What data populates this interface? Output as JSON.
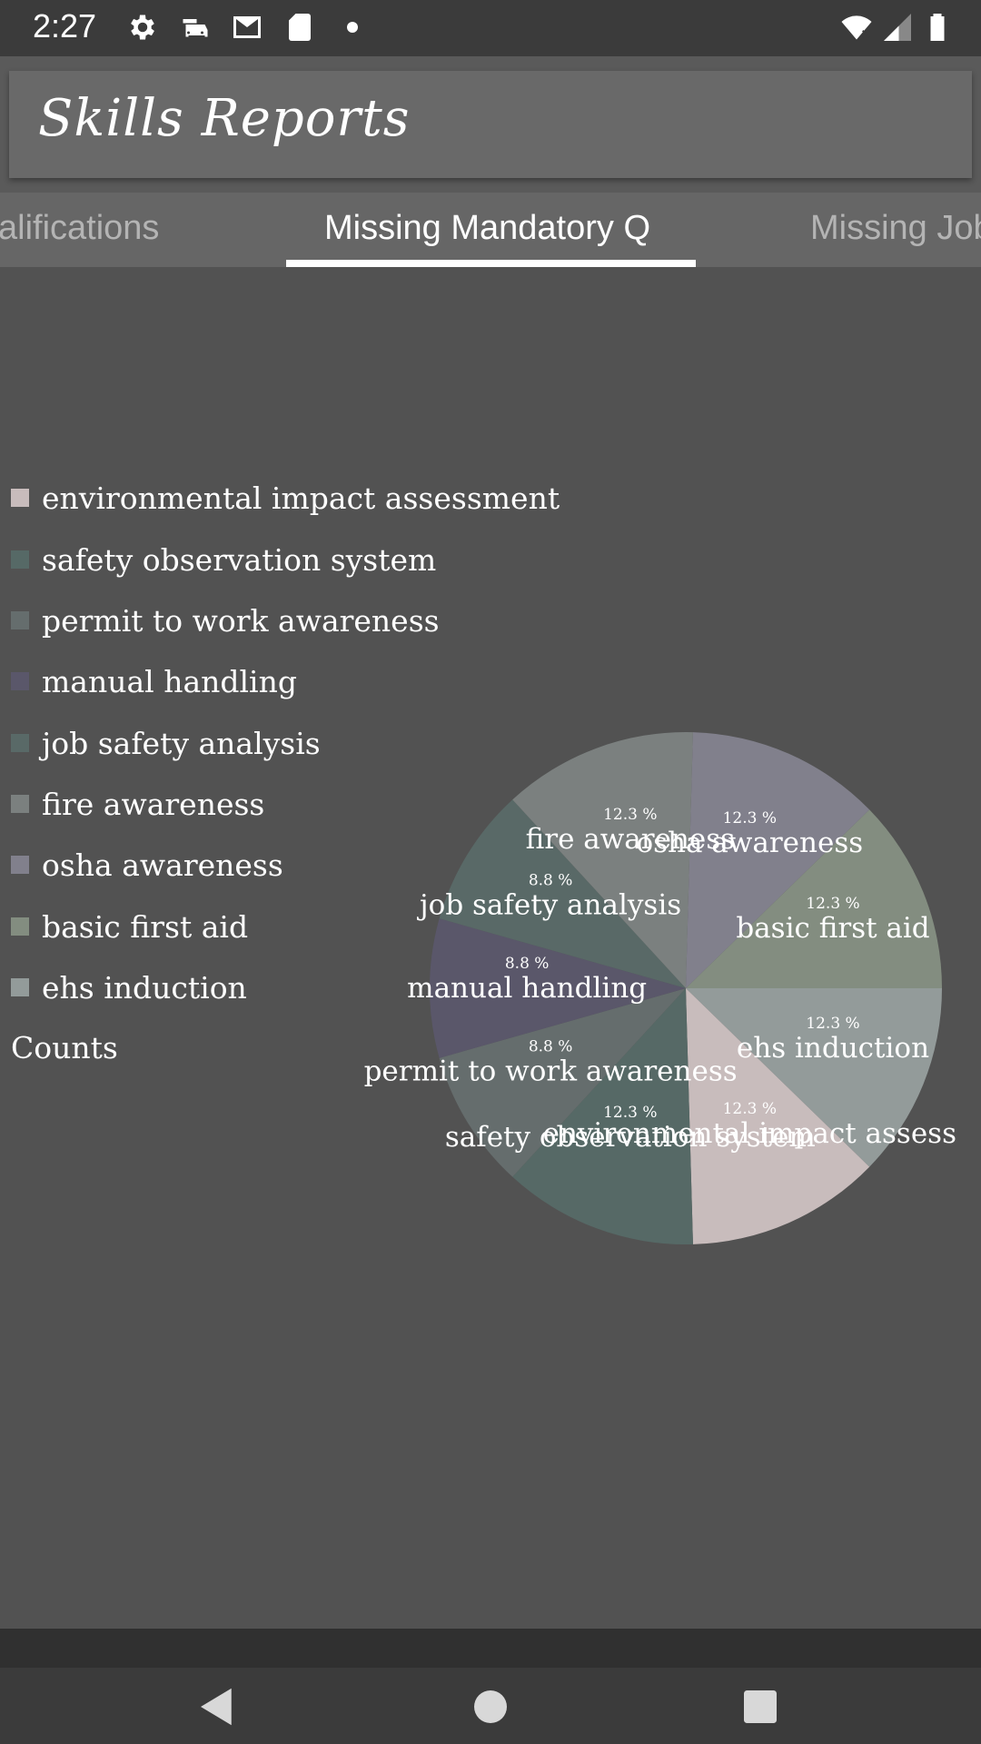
{
  "status_bar": {
    "time": "2:27",
    "icons": [
      "gear-icon",
      "car-icon",
      "mail-icon",
      "sd-card-icon",
      "dot-icon",
      "wifi-icon",
      "signal-icon",
      "battery-icon"
    ]
  },
  "app_bar": {
    "title": "Skills Reports"
  },
  "tabs": [
    {
      "label": "alifications",
      "active": false
    },
    {
      "label": "Missing Mandatory Q",
      "active": true
    },
    {
      "label": "Missing Job",
      "active": false
    }
  ],
  "legend": {
    "items": [
      {
        "label": "environmental impact assessment",
        "color": "#c8bcbc"
      },
      {
        "label": "safety observation system",
        "color": "#566966"
      },
      {
        "label": "permit to work awareness",
        "color": "#656d6d"
      },
      {
        "label": "manual handling",
        "color": "#5a576a"
      },
      {
        "label": "job safety analysis",
        "color": "#596967"
      },
      {
        "label": "fire awareness",
        "color": "#7b807f"
      },
      {
        "label": "osha awareness",
        "color": "#81808c"
      },
      {
        "label": "basic first aid",
        "color": "#838d80"
      },
      {
        "label": "ehs induction",
        "color": "#939b9a"
      }
    ],
    "title": "Counts"
  },
  "chart_data": {
    "type": "pie",
    "slices": [
      {
        "label": "ehs induction",
        "percent": 12.3,
        "percent_label": "12.3 %",
        "color": "#939b9a"
      },
      {
        "label": "environmental impact assess",
        "percent": 12.3,
        "percent_label": "12.3 %",
        "color": "#c8bcbc"
      },
      {
        "label": "safety observation system",
        "percent": 12.3,
        "percent_label": "12.3 %",
        "color": "#566966"
      },
      {
        "label": "permit to work awareness",
        "percent": 8.8,
        "percent_label": "8.8 %",
        "color": "#656d6d"
      },
      {
        "label": "manual handling",
        "percent": 8.8,
        "percent_label": "8.8 %",
        "color": "#5a576a"
      },
      {
        "label": "job safety analysis",
        "percent": 8.8,
        "percent_label": "8.8 %",
        "color": "#596967"
      },
      {
        "label": "fire awareness",
        "percent": 12.3,
        "percent_label": "12.3 %",
        "color": "#7b807f"
      },
      {
        "label": "osha awareness",
        "percent": 12.3,
        "percent_label": "12.3 %",
        "color": "#81808c"
      },
      {
        "label": "basic first aid",
        "percent": 12.3,
        "percent_label": "12.3 %",
        "color": "#838d80"
      }
    ],
    "legend_title": "Counts",
    "legend_position": "left"
  },
  "nav_bar": {
    "buttons": [
      "back-icon",
      "home-icon",
      "recents-icon"
    ]
  }
}
